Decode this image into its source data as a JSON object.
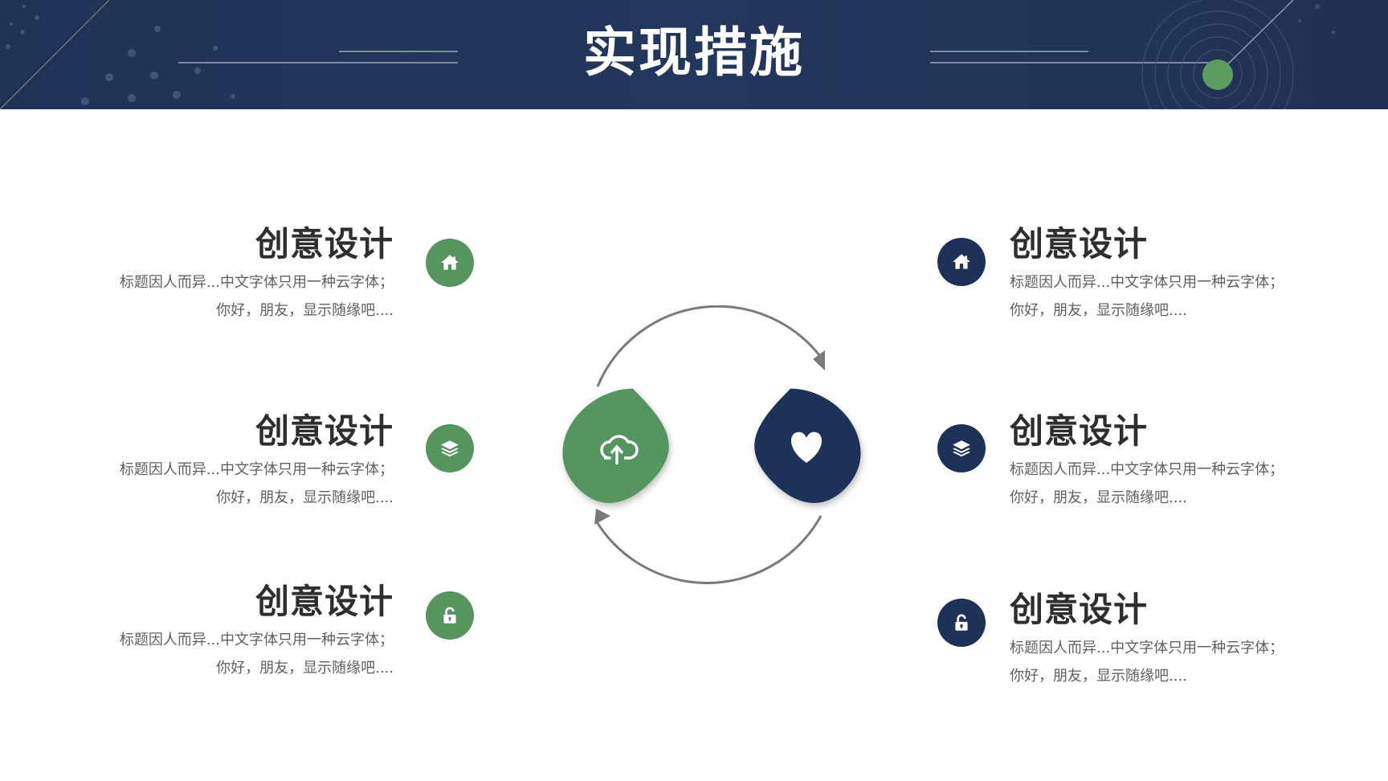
{
  "header": {
    "title": "实现措施"
  },
  "colors": {
    "navy": "#1e3257",
    "green": "#55955e",
    "arrow": "#7a7a7a"
  },
  "left_items": [
    {
      "title": "创意设计",
      "desc_line1": "标题因人而异...中文字体只用一种云字体；",
      "desc_line2": "你好，朋友，显示随缘吧....",
      "icon": "home-icon"
    },
    {
      "title": "创意设计",
      "desc_line1": "标题因人而异...中文字体只用一种云字体；",
      "desc_line2": "你好，朋友，显示随缘吧....",
      "icon": "layers-icon"
    },
    {
      "title": "创意设计",
      "desc_line1": "标题因人而异...中文字体只用一种云字体；",
      "desc_line2": "你好，朋友，显示随缘吧....",
      "icon": "unlock-icon"
    }
  ],
  "right_items": [
    {
      "title": "创意设计",
      "desc_line1": "标题因人而异...中文字体只用一种云字体；",
      "desc_line2": "你好，朋友，显示随缘吧....",
      "icon": "home-icon"
    },
    {
      "title": "创意设计",
      "desc_line1": "标题因人而异...中文字体只用一种云字体；",
      "desc_line2": "你好，朋友，显示随缘吧....",
      "icon": "layers-icon"
    },
    {
      "title": "创意设计",
      "desc_line1": "标题因人而异...中文字体只用一种云字体；",
      "desc_line2": "你好，朋友，显示随缘吧....",
      "icon": "unlock-icon"
    }
  ],
  "center": {
    "left_drop_icon": "cloud-upload-icon",
    "right_drop_icon": "heart-icon"
  }
}
